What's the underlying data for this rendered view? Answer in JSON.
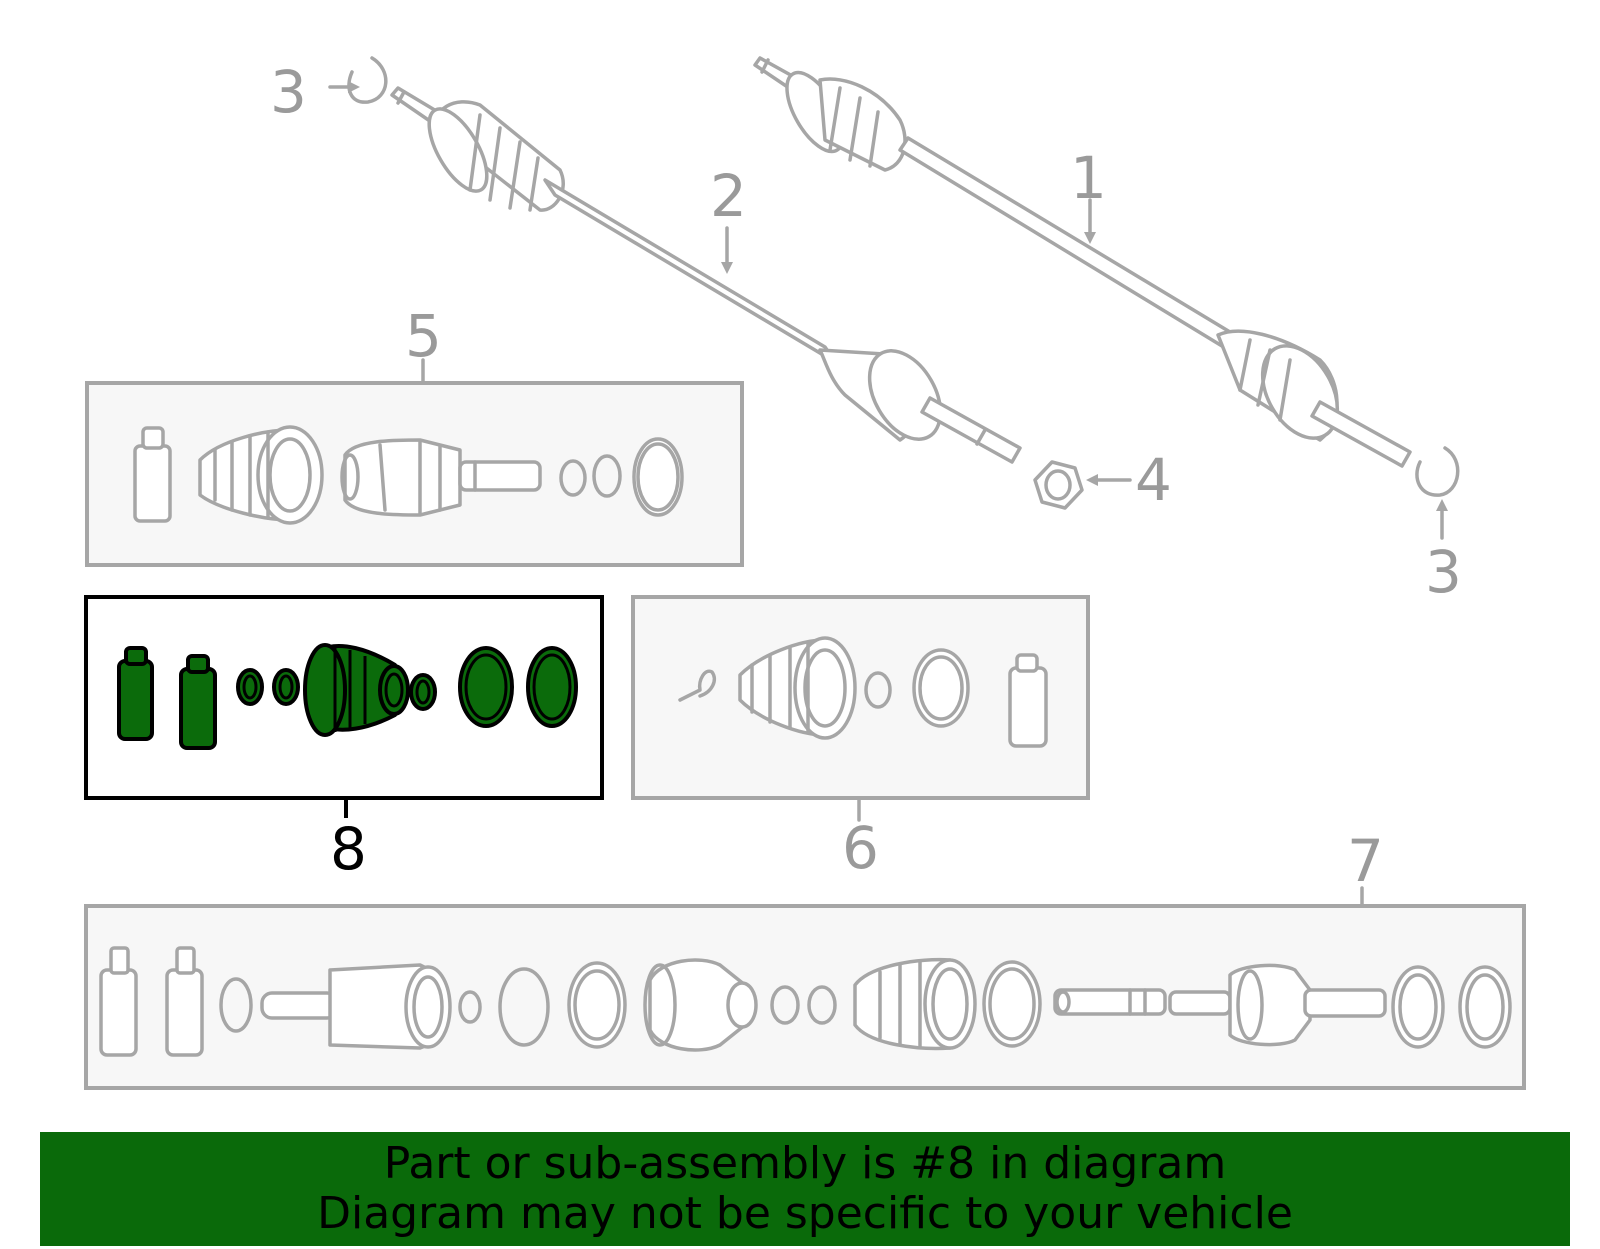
{
  "callouts": {
    "c1": "1",
    "c2": "2",
    "c3a": "3",
    "c3b": "3",
    "c4": "4",
    "c5": "5",
    "c6": "6",
    "c7": "7",
    "c8": "8"
  },
  "highlight": {
    "selected_callout": "8",
    "part_color": "#0b6b0b",
    "banner_color": "#0a6a0a",
    "line_color": "#a6a6a6"
  },
  "footer": {
    "line1": "Part or sub-assembly is #8 in diagram",
    "line2": "Diagram may not be specific to your vehicle"
  }
}
